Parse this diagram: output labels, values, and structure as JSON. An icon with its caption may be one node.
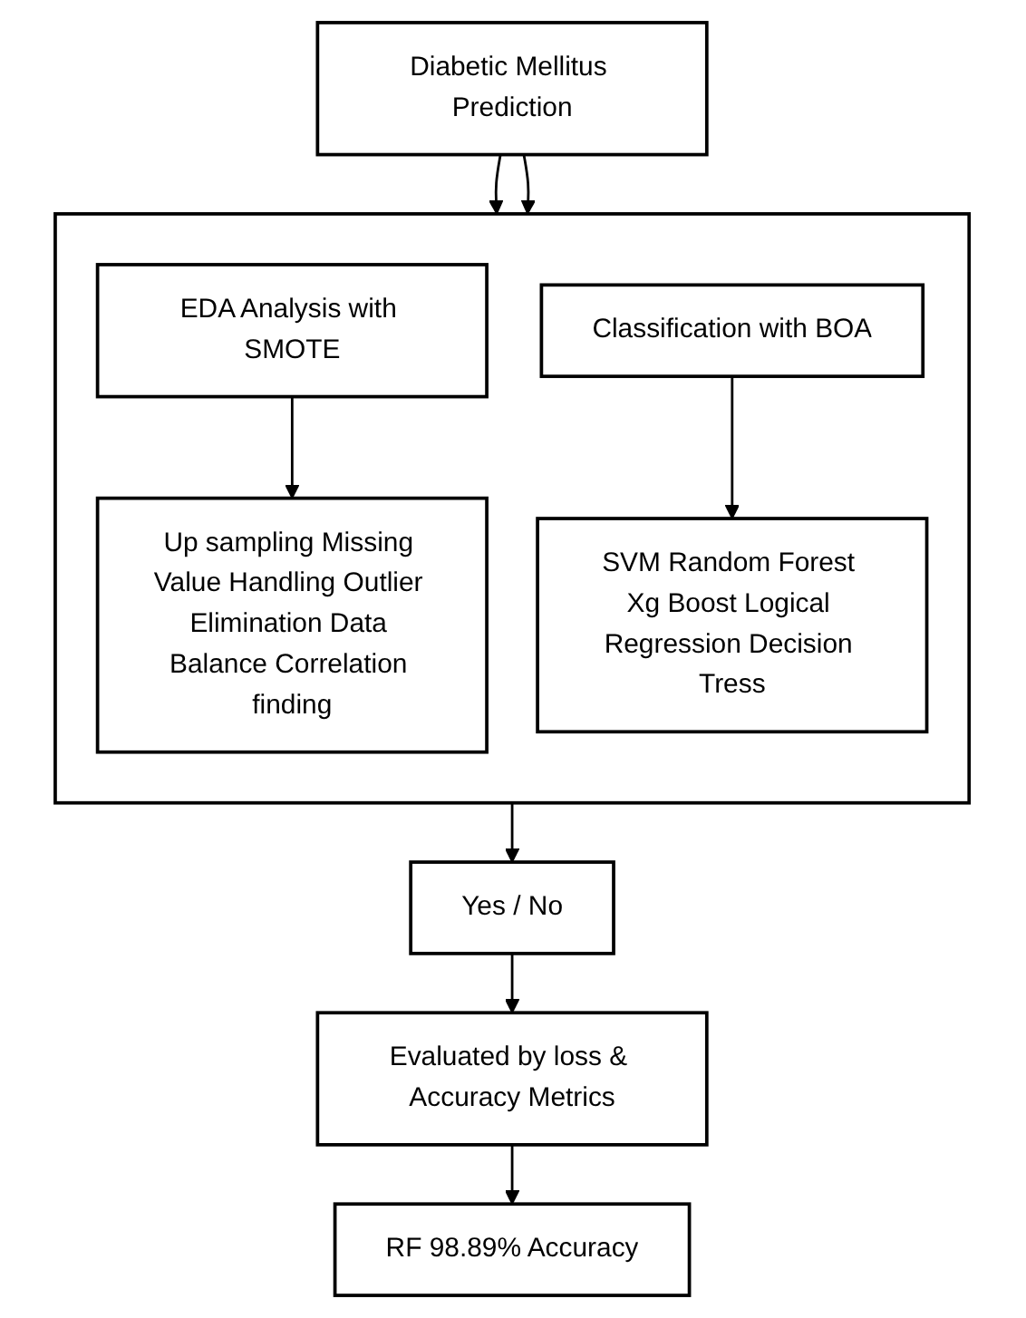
{
  "diagram": {
    "nodes": [
      {
        "text": [
          "Diabetic Mellitus Prediction"
        ]
      },
      {
        "text": [],
        "shape": "box"
      },
      {
        "text": [
          "EDA Analysis with SMOTE"
        ],
        "in": 1
      },
      {
        "text": [
          "Up sampling Missing Value Handling Outlier Elimination Data Balance Correlation finding"
        ],
        "in": 1
      },
      {
        "text": [
          "Classification with BOA"
        ],
        "in": 1
      },
      {
        "text": [
          "SVM Random Forest Xg Boost Logical Regression Decision Tress"
        ],
        "in": 1
      },
      {
        "text": [
          "Yes / No"
        ]
      },
      {
        "text": [
          "Evaluated by loss & Accuracy Metrics"
        ]
      },
      {
        "text": [
          "RF 98.89% Accuracy"
        ]
      }
    ],
    "edges": [
      {
        "from": 0,
        "to": 1,
        "arrow": "to"
      },
      {
        "from": 0,
        "to": 1,
        "arrow": "to"
      },
      {
        "from": 2,
        "to": 3,
        "arrow": "to"
      },
      {
        "from": 4,
        "to": 5,
        "arrow": "to"
      },
      {
        "from": 1,
        "to": 6,
        "arrow": "to"
      },
      {
        "from": 6,
        "to": 7,
        "arrow": "to"
      },
      {
        "from": 7,
        "to": 8,
        "arrow": "to"
      }
    ]
  }
}
